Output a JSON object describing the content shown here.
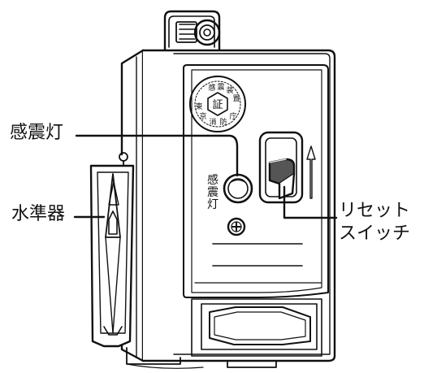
{
  "labels": {
    "sensor_lamp": "感震灯",
    "level": "水準器",
    "reset_switch_line1": "リセット",
    "reset_switch_line2": "スイッチ"
  },
  "device": {
    "panel_lamp_text": [
      "感",
      "震",
      "灯"
    ],
    "seal_text": [
      "感",
      "震",
      "装",
      "置",
      "証",
      "東",
      "京",
      "消",
      "防",
      "庁"
    ],
    "colors": {
      "line": "#111111",
      "body": "#ffffff",
      "switch_lever": "#555555"
    }
  }
}
